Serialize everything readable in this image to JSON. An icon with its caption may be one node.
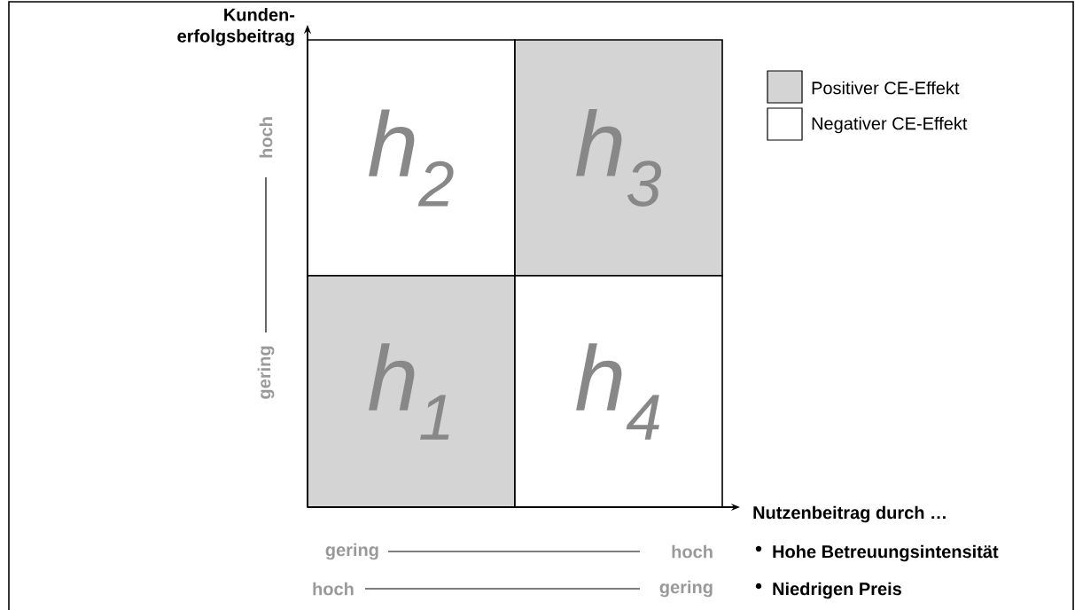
{
  "diagram": {
    "nodes": [
      {
        "text": [
          "h$_{2}$"
        ]
      },
      {
        "text": [
          "h$_{3}$"
        ]
      },
      {
        "text": [
          "h$_{1}$"
        ]
      },
      {
        "text": [
          "h$_{4}$"
        ]
      }
    ],
    "labels": [
      "Kunden- erfolgsbeitrag",
      "hoch",
      "gering",
      "Nutzenbeitrag durch …",
      "gering",
      "hoch",
      "Hohe Betreuungsintensität",
      "hoch",
      "gering",
      "Niedrigen Preis"
    ],
    "legend": [
      {
        "text": "Positiver CE-Effekt",
        "color": "#d4d4d4"
      },
      {
        "text": "Negativer CE-Effekt"
      }
    ]
  }
}
